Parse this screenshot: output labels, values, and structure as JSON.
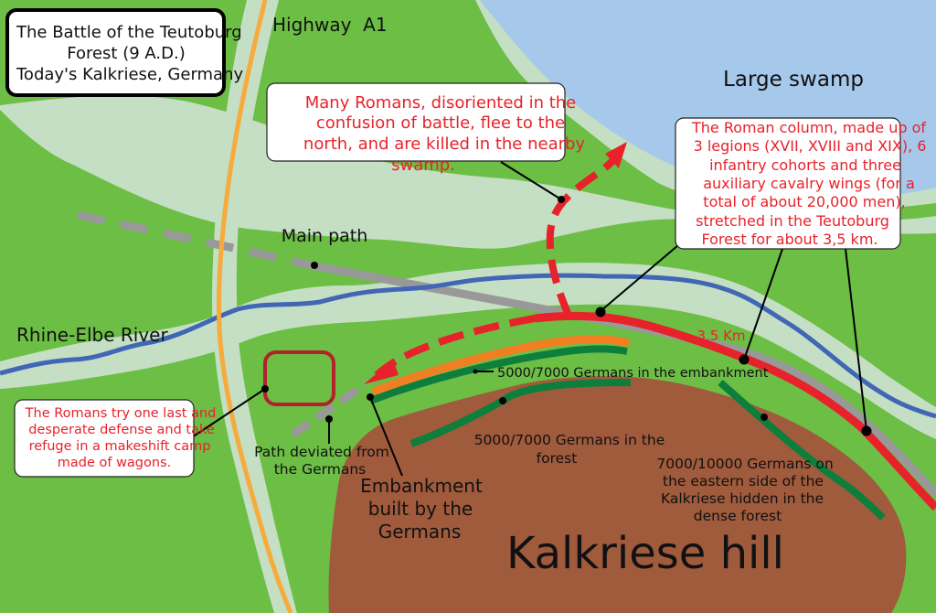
{
  "title": {
    "line1": "The Battle of the Teutoburg",
    "line2": "Forest (9 A.D.)",
    "line3": "Today's Kalkriese, Germany"
  },
  "places": {
    "highway": "Highway  A1",
    "swamp": "Large swamp",
    "main_path": "Main path",
    "river": "Rhine-Elbe River",
    "hill": "Kalkriese hill",
    "distance": "3,5 Km"
  },
  "callouts": {
    "flee": [
      "Many Romans, disoriented in the",
      "confusion of battle, flee to the",
      "north, and are killed in the nearby",
      "swamp."
    ],
    "column": [
      "The Roman column, made up of",
      "3 legions (XVII, XVIII and XIX), 6",
      "infantry cohorts and three",
      "auxiliary cavalry wings (for a",
      "total of about 20,000 men),",
      "stretched in the Teutoburg",
      "Forest for about 3,5 km."
    ],
    "camp": [
      "The Romans try one last and",
      "desperate defense and take",
      "refuge in a makeshift camp",
      "made of wagons."
    ]
  },
  "labels": {
    "embankment_germans": "5000/7000 Germans in the embankment",
    "forest_germans": [
      "5000/7000 Germans in the",
      "forest"
    ],
    "eastern_germans": [
      "7000/10000 Germans on",
      "the eastern side of the",
      "Kalkriese hidden in the",
      "dense forest"
    ],
    "path_deviated": [
      "Path deviated from",
      "the Germans"
    ],
    "embankment": [
      "Embankment",
      "built by the",
      "Germans"
    ]
  },
  "colors": {
    "land": "#6cbe45",
    "water": "#a5c8eb",
    "wetland": "#c4dfc4",
    "hill": "#a05a3c",
    "river": "#4166b5",
    "path": "#999999",
    "roman": "#e8222a",
    "german_forest": "#0e7e3c",
    "embankment": "#f07f24",
    "highway": "#f6ab3c",
    "camp": "#b2222a"
  }
}
